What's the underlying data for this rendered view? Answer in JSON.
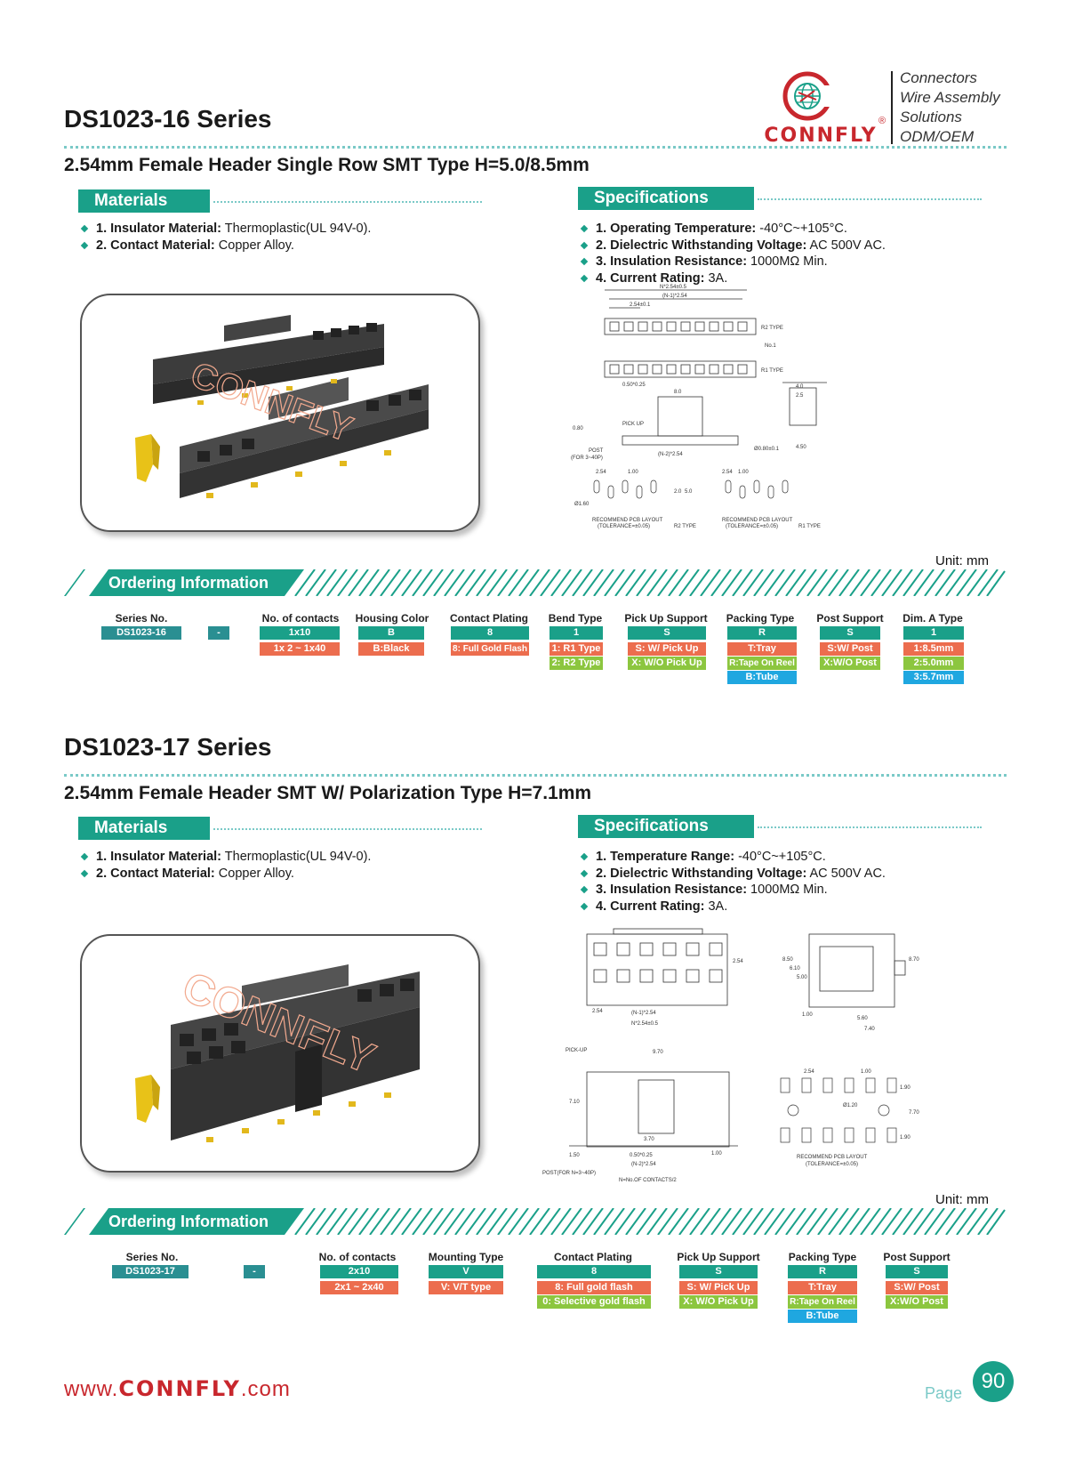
{
  "header": {
    "brand": "CONNFLY",
    "reg": "®",
    "taglines": [
      "Connectors",
      "Wire Assembly",
      "Solutions",
      "ODM/OEM"
    ]
  },
  "s1": {
    "title": "DS1023-16 Series",
    "subtitle": "2.54mm Female Header Single Row SMT Type H=5.0/8.5mm",
    "materials_title": "Materials",
    "materials": [
      {
        "label": "1. Insulator Material:",
        "value": " Thermoplastic(UL 94V-0)."
      },
      {
        "label": "2. Contact Material:",
        "value": " Copper Alloy."
      }
    ],
    "specs_title": "Specifications",
    "specs": [
      {
        "label": "1. Operating Temperature:",
        "value": " -40°C~+105°C."
      },
      {
        "label": "2. Dielectric Withstanding Voltage:",
        "value": " AC 500V AC."
      },
      {
        "label": "3. Insulation Resistance:",
        "value": " 1000MΩ Min."
      },
      {
        "label": "4. Current Rating:",
        "value": " 3A."
      }
    ],
    "photo_watermark": "CONNFLY",
    "drawing": {
      "top_dim": "N*2.54±0.5",
      "n1_dim": "(N-1)*2.54",
      "pitch": "2.54±0.1",
      "r2": "R2 TYPE",
      "r1": "R1 TYPE",
      "no1": "No.1",
      "pin": "0.50*0.25",
      "w80": "8.0",
      "pickup": "PICK UP",
      "post": "POST",
      "post_note": "(FOR 3~40P)",
      "n2": "(N-2)*2.54",
      "d080": "Ø0.80±0.1",
      "d40": "4.0",
      "d25": "2.5",
      "d450": "4.50",
      "d080b": "0.80",
      "pcb_l": "RECOMMEND PCB LAYOUT",
      "tol": "(TOLERANCE=±0.05)",
      "d254": "2.54",
      "d100": "1.00",
      "d20": "2.0",
      "d50": "5.0",
      "d160": "Ø1.60",
      "r2s": "R2 TYPE",
      "r1s": "R1 TYPE"
    },
    "unit": "Unit: mm",
    "ordering_title": "Ordering Information",
    "ordering": {
      "series_head": "Series No.",
      "series_val": "DS1023-16",
      "dash": "-",
      "cols": [
        {
          "head": "No. of contacts",
          "code": "1x10",
          "opts": [
            "1x 2  ~  1x40"
          ]
        },
        {
          "head": "Housing Color",
          "code": "B",
          "opts": [
            "B:Black"
          ]
        },
        {
          "head": "Contact Plating",
          "code": "8",
          "opts": [
            "8: Full Gold Flash"
          ]
        },
        {
          "head": "Bend Type",
          "code": "1",
          "opts": [
            "1: R1 Type",
            "2: R2 Type"
          ]
        },
        {
          "head": "Pick Up Support",
          "code": "S",
          "opts": [
            "S: W/ Pick Up",
            "X: W/O Pick Up"
          ]
        },
        {
          "head": "Packing Type",
          "code": "R",
          "opts": [
            "T:Tray",
            "R:Tape On Reel",
            "B:Tube"
          ]
        },
        {
          "head": "Post Support",
          "code": "S",
          "opts": [
            "S:W/ Post",
            "X:W/O Post"
          ]
        },
        {
          "head": "Dim. A Type",
          "code": "1",
          "opts": [
            "1:8.5mm",
            "2:5.0mm",
            "3:5.7mm"
          ]
        }
      ]
    }
  },
  "s2": {
    "title": "DS1023-17 Series",
    "subtitle": "2.54mm Female Header SMT W/ Polarization Type H=7.1mm",
    "materials_title": "Materials",
    "materials": [
      {
        "label": "1. Insulator Material:",
        "value": " Thermoplastic(UL 94V-0)."
      },
      {
        "label": "2. Contact Material:",
        "value": " Copper Alloy."
      }
    ],
    "specs_title": "Specifications",
    "specs": [
      {
        "label": "1. Temperature Range:",
        "value": " -40°C~+105°C."
      },
      {
        "label": "2. Dielectric Withstanding Voltage:",
        "value": " AC 500V AC."
      },
      {
        "label": "3. Insulation Resistance:",
        "value": " 1000MΩ Min."
      },
      {
        "label": "4. Current Rating:",
        "value": " 3A."
      }
    ],
    "photo_watermark": "CONNFLY",
    "drawing": {
      "d254": "2.54",
      "n1": "(N-1)*2.54",
      "n254": "N*2.54±0.5",
      "d850": "8.50",
      "d610": "6.10",
      "d500": "5.00",
      "d870": "8.70",
      "d100": "1.00",
      "d560": "5.60",
      "d740": "7.40",
      "pickup": "PICK-UP",
      "d970": "9.70",
      "d710": "7.10",
      "d370": "3.70",
      "d150": "1.50",
      "pin": "0.50*0.25",
      "n2": "(N-2)*2.54",
      "post": "POST(FOR N=3~40P)",
      "nno": "N=No.OF CONTACTS/2",
      "d120": "Ø1.20",
      "d770": "7.70",
      "d190": "1.90",
      "pcb_l": "RECOMMEND PCB LAYOUT",
      "tol": "(TOLERANCE=±0.05)",
      "d254b": "2.54",
      "d100b": "1.00"
    },
    "unit": "Unit: mm",
    "ordering_title": "Ordering Information",
    "ordering": {
      "series_head": "Series No.",
      "series_val": "DS1023-17",
      "dash": "-",
      "cols": [
        {
          "head": "No. of contacts",
          "code": "2x10",
          "opts": [
            "2x1  ~  2x40"
          ]
        },
        {
          "head": "Mounting Type",
          "code": "V",
          "opts": [
            "V: V/T type"
          ]
        },
        {
          "head": "Contact Plating",
          "code": "8",
          "opts": [
            "8: Full gold flash",
            "0: Selective gold flash"
          ]
        },
        {
          "head": "Pick Up Support",
          "code": "S",
          "opts": [
            "S: W/ Pick Up",
            "X: W/O Pick Up"
          ]
        },
        {
          "head": "Packing Type",
          "code": "R",
          "opts": [
            "T:Tray",
            "R:Tape On Reel",
            "B:Tube"
          ]
        },
        {
          "head": "Post Support",
          "code": "S",
          "opts": [
            "S:W/ Post",
            "X:W/O Post"
          ]
        }
      ]
    }
  },
  "footer": {
    "url_pre": "www.",
    "url_brand": "CONNFLY",
    "url_post": ".com",
    "page_label": "Page",
    "page_num": "90"
  },
  "colors": {
    "teal": "#1aa089",
    "red": "#ec6d4e",
    "green": "#8cc63f",
    "blue": "#1fa7e0",
    "brand_red": "#c8272d"
  }
}
